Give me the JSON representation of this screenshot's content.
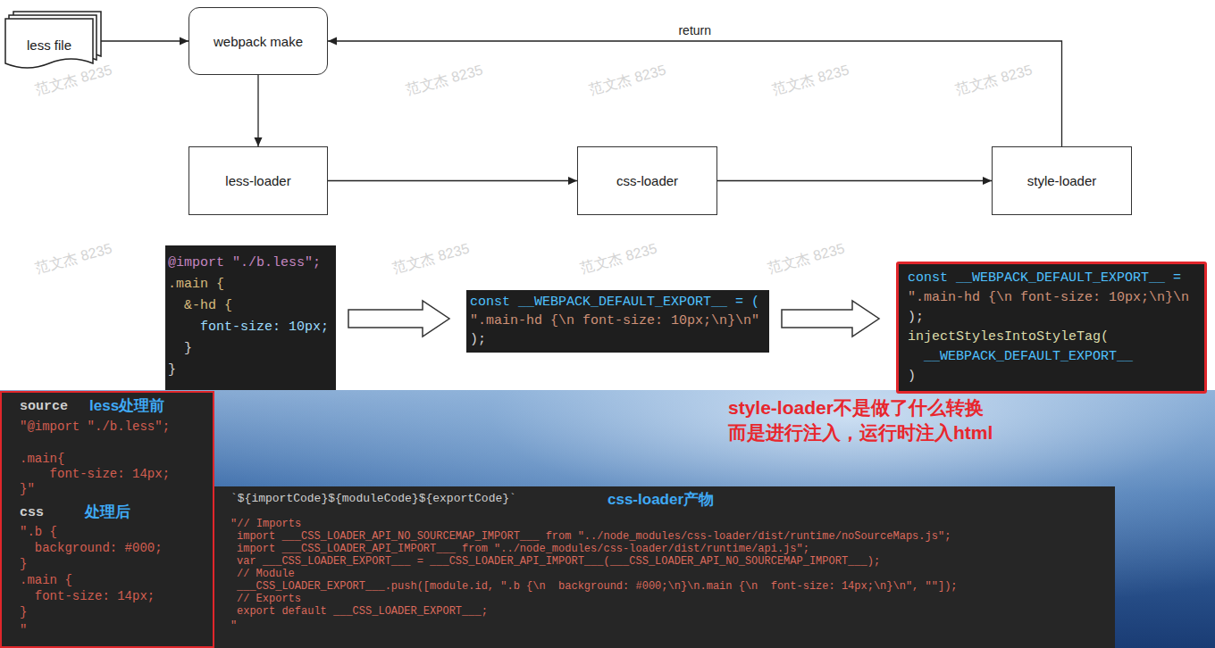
{
  "diagram": {
    "nodes": [
      {
        "text": [
          "less file"
        ]
      },
      {
        "text": [
          "webpack make"
        ]
      },
      {
        "text": [
          "less-loader"
        ]
      },
      {
        "text": [
          "css-loader"
        ]
      },
      {
        "text": [
          "style-loader"
        ]
      },
      {
        "text": [
          "@import \"./b.less\";",
          ".main {",
          "  &-hd {",
          "    font-size: 10px;",
          "  }",
          "}"
        ]
      },
      {
        "text": [
          "const __WEBPACK_DEFAULT_EXPORT__ = (",
          "\".main-hd {\\n font-size: 10px;\\n}\\n\"",
          ");"
        ]
      },
      {
        "text": [
          "const __WEBPACK_DEFAULT_EXPORT__ =",
          "\".main-hd {\\n font-size: 10px;\\n}\\n",
          ");",
          "injectStylesIntoStyleTag(",
          "  __WEBPACK_DEFAULT_EXPORT__",
          ")"
        ]
      },
      {
        "text": [
          "source",
          "less处理前",
          "\"@import \"./b.less\";",
          ".main{",
          "    font-size: 14px;",
          "}\"",
          "css",
          "处理后",
          "\".b {",
          "  background: #000;",
          "}",
          ".main {",
          "  font-size: 14px;",
          "}",
          "\""
        ]
      },
      {
        "text": [
          "`${importCode}${moduleCode}${exportCode}`",
          "css-loader产物",
          "\"// Imports",
          "import ___CSS_LOADER_API_NO_SOURCEMAP_IMPORT___ from \"../node_modules/css-loader/dist/runtime/noSourceMaps.js\";",
          "import ___CSS_LOADER_API_IMPORT___ from \"../node_modules/css-loader/dist/runtime/api.js\";",
          "var ___CSS_LOADER_EXPORT___ = ___CSS_LOADER_API_IMPORT___(___CSS_LOADER_API_NO_SOURCEMAP_IMPORT___);",
          "// Module",
          "___CSS_LOADER_EXPORT___.push([module.id, \".b {\\n  background: #000;\\n}\\n.main {\\n  font-size: 14px;\\n}\\n\", \"\"]);",
          "// Exports",
          "export default ___CSS_LOADER_EXPORT___;",
          "\""
        ]
      }
    ],
    "edges": [
      {
        "from": 0,
        "to": 1,
        "arrow": "to"
      },
      {
        "from": 1,
        "to": 2,
        "arrow": "to"
      },
      {
        "from": 2,
        "to": 3,
        "arrow": "to"
      },
      {
        "from": 3,
        "to": 4,
        "arrow": "to"
      },
      {
        "from": 4,
        "to": 1,
        "label": "return",
        "arrow": "to"
      },
      {
        "from": 5,
        "to": 6,
        "arrow": "to"
      },
      {
        "from": 6,
        "to": 7,
        "arrow": "to"
      }
    ],
    "labels": [
      "style-loader不是做了什么转换",
      "而是进行注入，运行时注入html",
      "范文杰 8235",
      "范文杰 8235",
      "范文杰 8235",
      "范文杰 8235",
      "范文杰 8235",
      "范文杰 8235",
      "范文杰 8235",
      "范文杰 8235",
      "范文杰 8235"
    ]
  }
}
